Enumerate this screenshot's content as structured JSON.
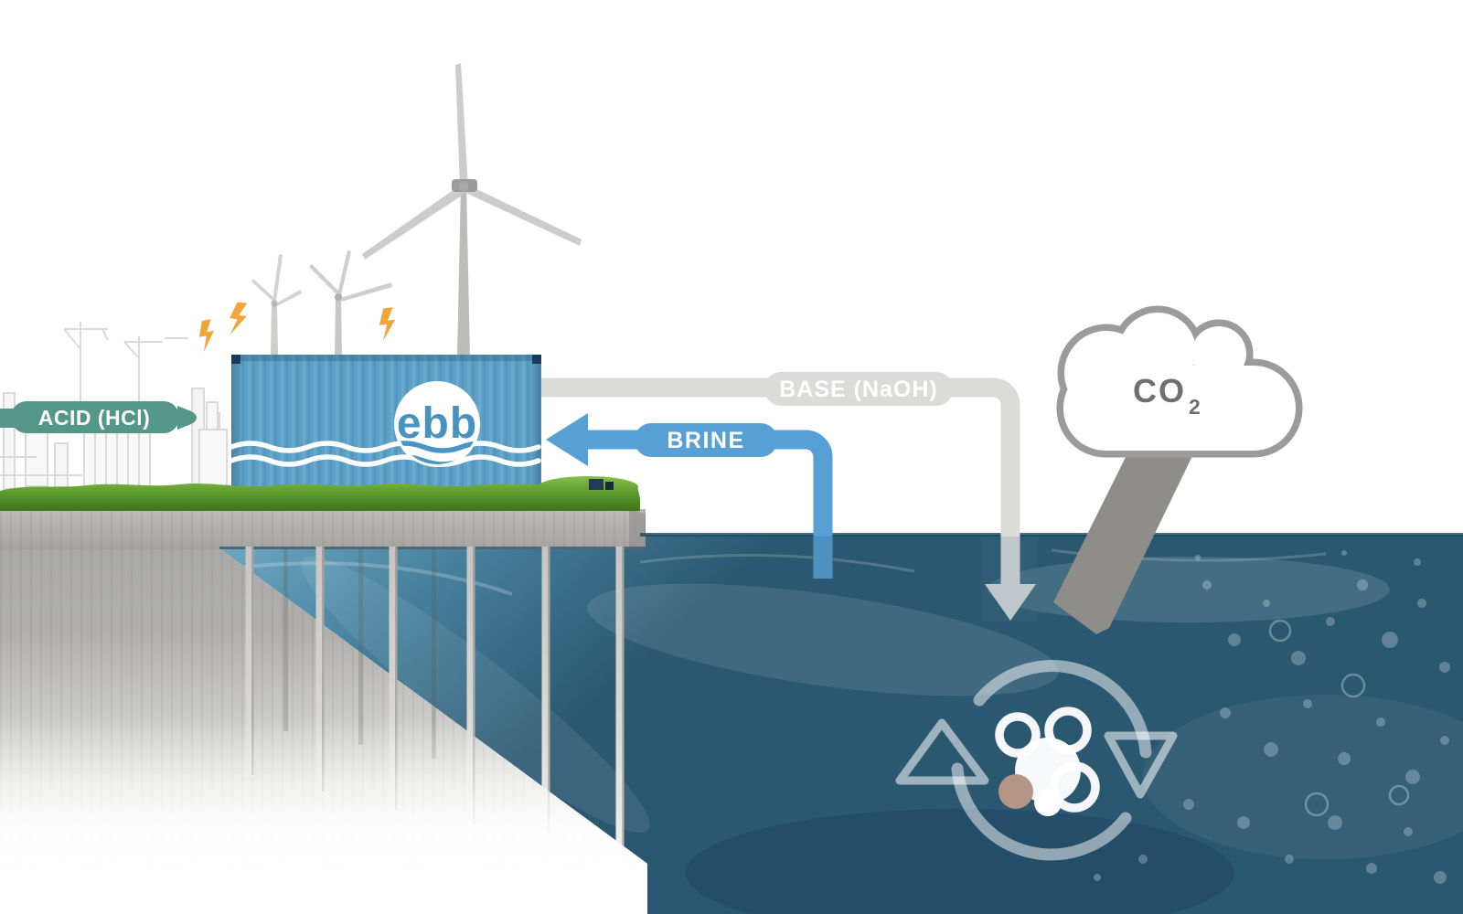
{
  "labels": {
    "acid": "ACID (HCl)",
    "base": "BASE (NaOH)",
    "brine": "BRINE",
    "co2": "CO",
    "co2_subscript": "2",
    "logo": "ebb"
  },
  "icons": {
    "co2_cloud": "cloud-outline",
    "energy": "lightning-bolt",
    "carbon_cycle": "circular-arrows",
    "molecule": "carbonate-molecule",
    "wind": "wind-turbine"
  },
  "colors": {
    "container_blue": "#5ba0c7",
    "brine_blue": "#57a0d6",
    "base_gray": "#dbdbd8",
    "acid_teal": "#549789",
    "cloud_gray": "#9b9b9b",
    "co2_arrow_gray": "#8f8d89",
    "grass_green": "#5d9a2c",
    "water_surface": "#9fcbdf",
    "water_deep": "#2b5871",
    "lightning_orange": "#f2a43b",
    "logo_text_blue": "#4792bf"
  }
}
